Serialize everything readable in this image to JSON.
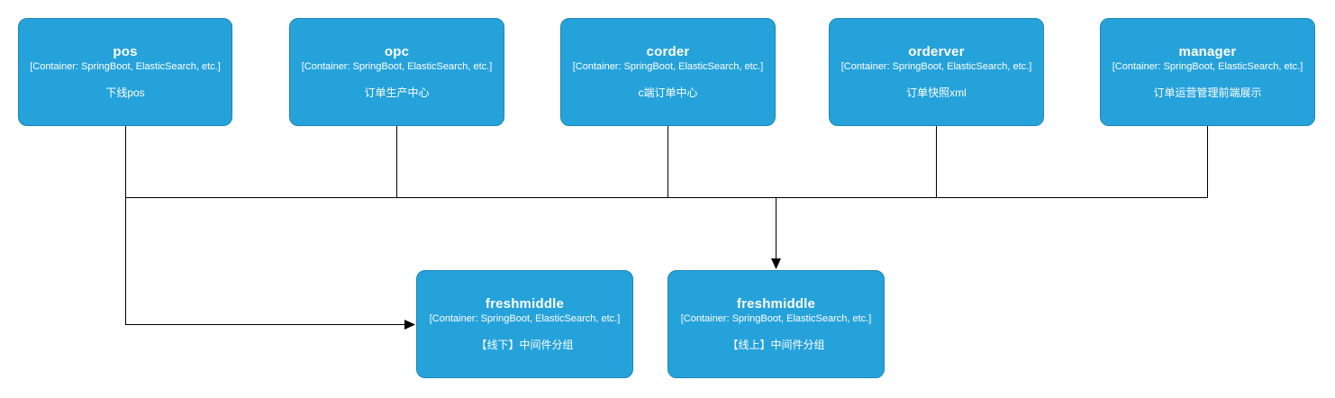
{
  "diagram": {
    "type": "container-diagram",
    "colors": {
      "node_fill": "#26A2DB",
      "node_border": "#1C86B8",
      "node_text": "#FFFFFF",
      "edge": "#000000",
      "background": "#FFFFFF"
    },
    "nodes": [
      {
        "id": "pos",
        "title": "pos",
        "tech": "[Container: SpringBoot, ElasticSearch, etc.]",
        "description": "下线pos"
      },
      {
        "id": "opc",
        "title": "opc",
        "tech": "[Container: SpringBoot, ElasticSearch, etc.]",
        "description": "订单生产中心"
      },
      {
        "id": "corder",
        "title": "corder",
        "tech": "[Container: SpringBoot, ElasticSearch, etc.]",
        "description": "c端订单中心"
      },
      {
        "id": "orderver",
        "title": "orderver",
        "tech": "[Container: SpringBoot, ElasticSearch, etc.]",
        "description": "订单快照xml"
      },
      {
        "id": "manager",
        "title": "manager",
        "tech": "[Container: SpringBoot, ElasticSearch, etc.]",
        "description": "订单运营管理前端展示"
      },
      {
        "id": "freshmiddle-offline",
        "title": "freshmiddle",
        "tech": "[Container: SpringBoot, ElasticSearch, etc.]",
        "description": "【线下】中间件分组"
      },
      {
        "id": "freshmiddle-online",
        "title": "freshmiddle",
        "tech": "[Container: SpringBoot, ElasticSearch, etc.]",
        "description": "【线上】中间件分组"
      }
    ],
    "edges": [
      {
        "from": "pos",
        "to": "bus-line"
      },
      {
        "from": "opc",
        "to": "bus-line"
      },
      {
        "from": "corder",
        "to": "bus-line"
      },
      {
        "from": "orderver",
        "to": "bus-line"
      },
      {
        "from": "manager",
        "to": "bus-line"
      },
      {
        "from": "bus-line",
        "to": "freshmiddle-offline",
        "arrow": true
      },
      {
        "from": "bus-line",
        "to": "freshmiddle-online",
        "arrow": true
      }
    ]
  }
}
